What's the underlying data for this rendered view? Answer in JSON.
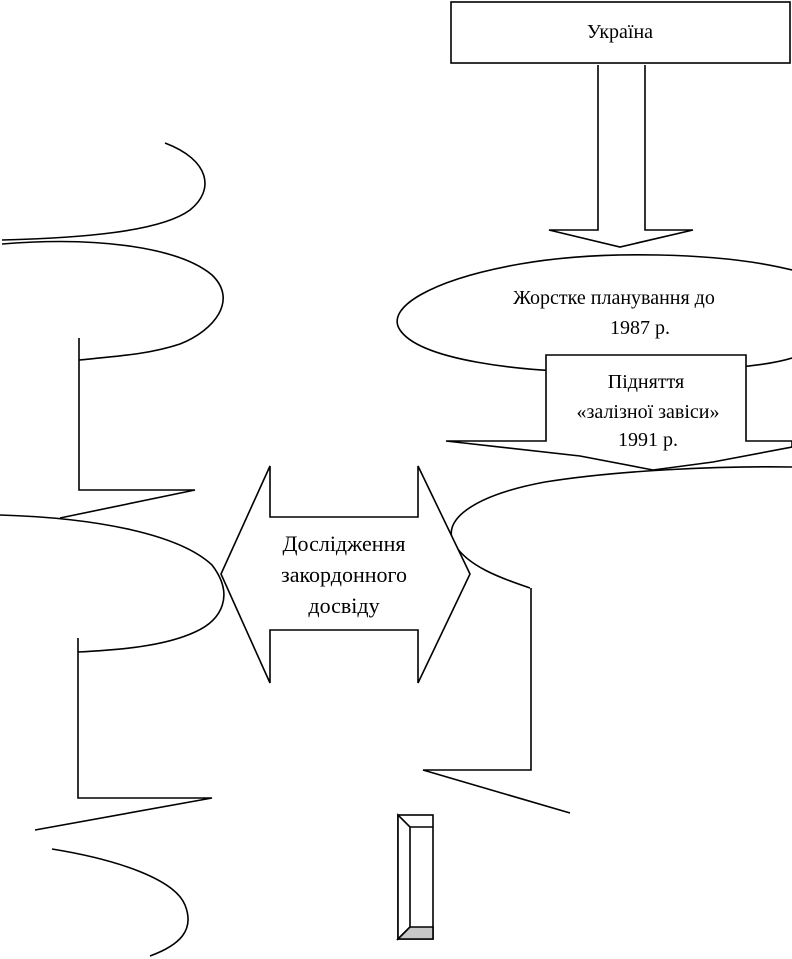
{
  "nodes": {
    "ukraine": {
      "text": "Україна"
    },
    "planning": {
      "lines": [
        "Жорстке планування до",
        "1987 р."
      ]
    },
    "curtain": {
      "lines": [
        "Підняття",
        "«залізної завіси»",
        "1991 р."
      ]
    },
    "research": {
      "lines": [
        "Дослідження",
        "закордонного",
        "досвіду"
      ]
    }
  },
  "colors": {
    "stroke": "#000000",
    "fill": "#ffffff",
    "shade": "#c8c8c8"
  }
}
